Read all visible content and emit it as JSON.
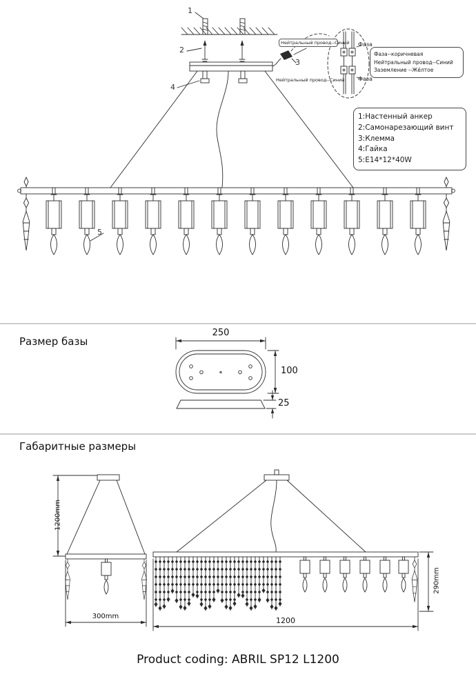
{
  "install": {
    "callout_1": "1",
    "callout_2": "2",
    "callout_3": "3",
    "callout_4": "4",
    "callout_5": "5",
    "wiring": {
      "neutral_top": "Нейтральный провод--Синий",
      "phase_top": "Фаза",
      "phase_bottom": "Фаза",
      "neutral_bottom": "Нейтральный провод--Синий",
      "note_lines": [
        "Фаза--коричневая",
        "Нейтральный провод--Синий",
        "Заземление --Жёлтое"
      ]
    },
    "legend_items": [
      "1:Настенный анкер",
      "2:Самонарезающий винт",
      "3:Клемма",
      "4:Гайка",
      "5:E14*12*40W"
    ]
  },
  "base_section": {
    "title": "Размер базы",
    "dim_width": "250",
    "dim_height": "100",
    "dim_thickness": "25"
  },
  "overall_section": {
    "title": "Габаритные размеры",
    "dim_drop_height": "1200mm",
    "dim_base_width": "300mm",
    "dim_length": "1200",
    "dim_body_height": "290mm"
  },
  "footer": {
    "product_coding": "Product coding: ABRIL SP12 L1200"
  }
}
